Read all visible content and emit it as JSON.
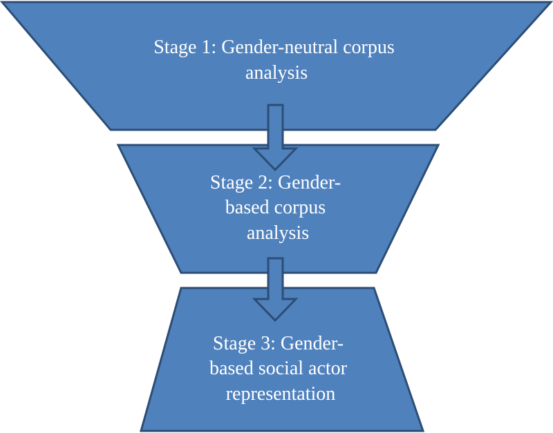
{
  "colors": {
    "fill": "#4F81BD",
    "stroke": "#2C4D75",
    "text": "#FFFFFF"
  },
  "stages": [
    {
      "lines": [
        "Stage 1: Gender-neutral corpus",
        "analysis"
      ]
    },
    {
      "lines": [
        "Stage 2: Gender-",
        "based corpus",
        "analysis"
      ]
    },
    {
      "lines": [
        "Stage 3: Gender-",
        "based social actor",
        "representation"
      ]
    }
  ]
}
